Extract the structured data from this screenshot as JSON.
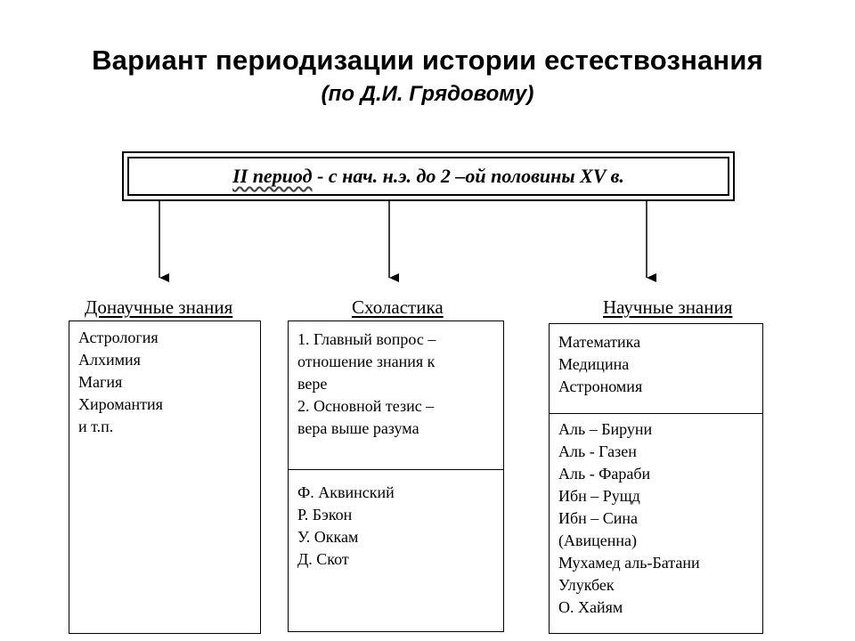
{
  "title": "Вариант периодизации истории естествознания",
  "subtitle": "(по Д.И. Грядовому)",
  "period": {
    "prefix": "II период",
    "suffix": " - с нач. н.э. до 2 –ой половины XV в."
  },
  "columns": [
    {
      "title": "Донаучные знания",
      "sections": [
        [
          "Астрология",
          "Алхимия",
          "Магия",
          "Хиромантия",
          "и т.п."
        ]
      ]
    },
    {
      "title": "Схоластика",
      "sections": [
        [
          "1. Главный вопрос –",
          "отношение знания к",
          "вере",
          "2. Основной тезис –",
          "вера выше разума"
        ],
        [
          "Ф. Аквинский",
          "Р. Бэкон",
          "У. Оккам",
          "Д. Скот"
        ]
      ]
    },
    {
      "title": "Научные знания",
      "sections": [
        [
          "Математика",
          "Медицина",
          "Астрономия"
        ],
        [
          "Аль – Бируни",
          "Аль - Газен",
          "Аль - Фараби",
          "Ибн – Рущд",
          "Ибн – Сина",
          "(Авиценна)",
          "Мухамед аль-Батани",
          "Улукбек",
          "О. Хайям"
        ]
      ]
    }
  ]
}
